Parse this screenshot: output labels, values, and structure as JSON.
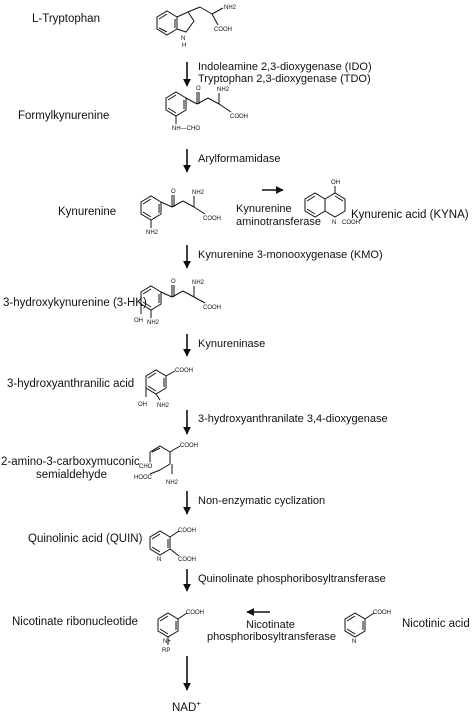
{
  "compounds": {
    "tryptophan": "L-Tryptophan",
    "formylkynurenine": "Formylkynurenine",
    "kynurenine": "Kynurenine",
    "kynurenic_acid": "Kynurenic acid (KYNA)",
    "hydroxykynurenine": "3-hydroxykynurenine (3-HK)",
    "hydroxyanthranilic": "3-hydroxyanthranilic acid",
    "acms_line1": "2-amino-3-carboxymuconic",
    "acms_line2": "semialdehyde",
    "quinolinic": "Quinolinic acid (QUIN)",
    "ribonucleotide": "Nicotinate ribonucleotide",
    "nicotinic": "Nicotinic acid",
    "nad": "NAD",
    "nad_sup": "+"
  },
  "enzymes": {
    "ido": "Indoleamine 2,3-dioxygenase (IDO)",
    "tdo": "Tryptophan 2,3-dioxygenase (TDO)",
    "arylformamidase": "Arylformamidase",
    "kat_line1": "Kynurenine",
    "kat_line2": "aminotransferase",
    "kmo": "Kynurenine 3-monooxygenase (KMO)",
    "kynureninase": "Kynureninase",
    "haao": "3-hydroxyanthranilate 3,4-dioxygenase",
    "cyclization": "Non-enzymatic cyclization",
    "qprt": "Quinolinate phosphoribosyltransferase",
    "napt_line1": "Nicotinate",
    "napt_line2": "phosphoribosyltransferase"
  },
  "atoms": {
    "nh2": "NH2",
    "cooh": "COOH",
    "nh": "N",
    "h": "H",
    "o": "O",
    "oh": "OH",
    "nh_cho": "NH—CHO",
    "cho": "CHO",
    "hooc": "HOOC",
    "n": "N",
    "rp": "RP",
    "n_plus": "N+"
  }
}
